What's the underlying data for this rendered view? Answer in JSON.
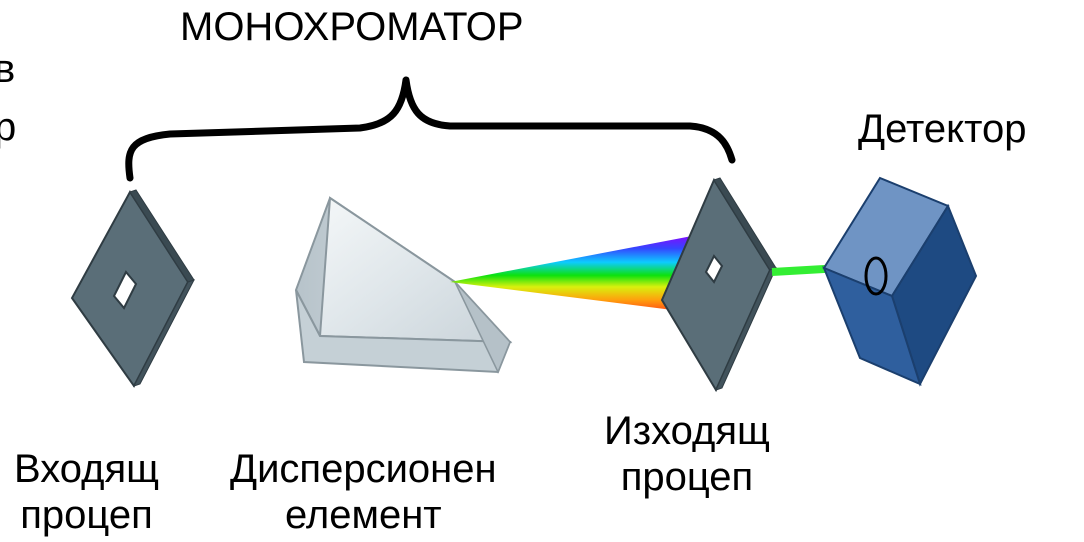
{
  "title": "МОНОХРОМАТОР",
  "detector_label": "Детектор",
  "entrance_slit": {
    "line1": "Входящ",
    "line2": "процеп"
  },
  "dispersive_element": {
    "line1": "Дисперсионен",
    "line2": "елемент"
  },
  "exit_slit": {
    "line1": "Изходящ",
    "line2": "процеп"
  },
  "cut_text": {
    "line1": "в",
    "line2": "р"
  },
  "colors": {
    "slit_face": "#5a6e78",
    "slit_edge": "#3a4a52",
    "prism_face": "#e6ecef",
    "detector_front": "#2f5f9e",
    "detector_top": "#6f94c4",
    "detector_side": "#1e4a82",
    "beam": "#33ee33"
  }
}
